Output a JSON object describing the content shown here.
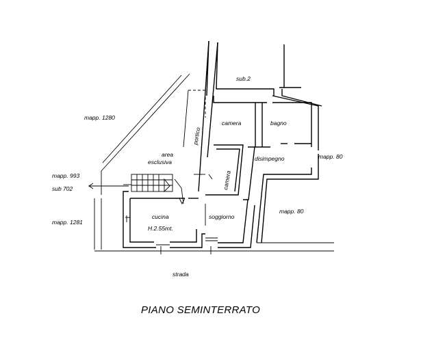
{
  "title": "PIANO SEMINTERRATO",
  "labels": {
    "sub2": "sub.2",
    "mapp1280": "mapp. 1280",
    "portico": "portico",
    "camera_top": "camera",
    "bagno": "bagno",
    "area": "area",
    "esclusiva": "esclusiva",
    "camera_side": "camera",
    "disimpegno": "disimpegno",
    "mapp80_top": "mapp. 80",
    "mapp993": "mapp. 993",
    "sub702": "sub 702",
    "cucina": "cucina",
    "height": "H.2.55mt.",
    "soggiorno": "soggiorno",
    "mapp80_bottom": "mapp. 80",
    "mapp1281": "mapp. 1281",
    "strada": "strada"
  }
}
